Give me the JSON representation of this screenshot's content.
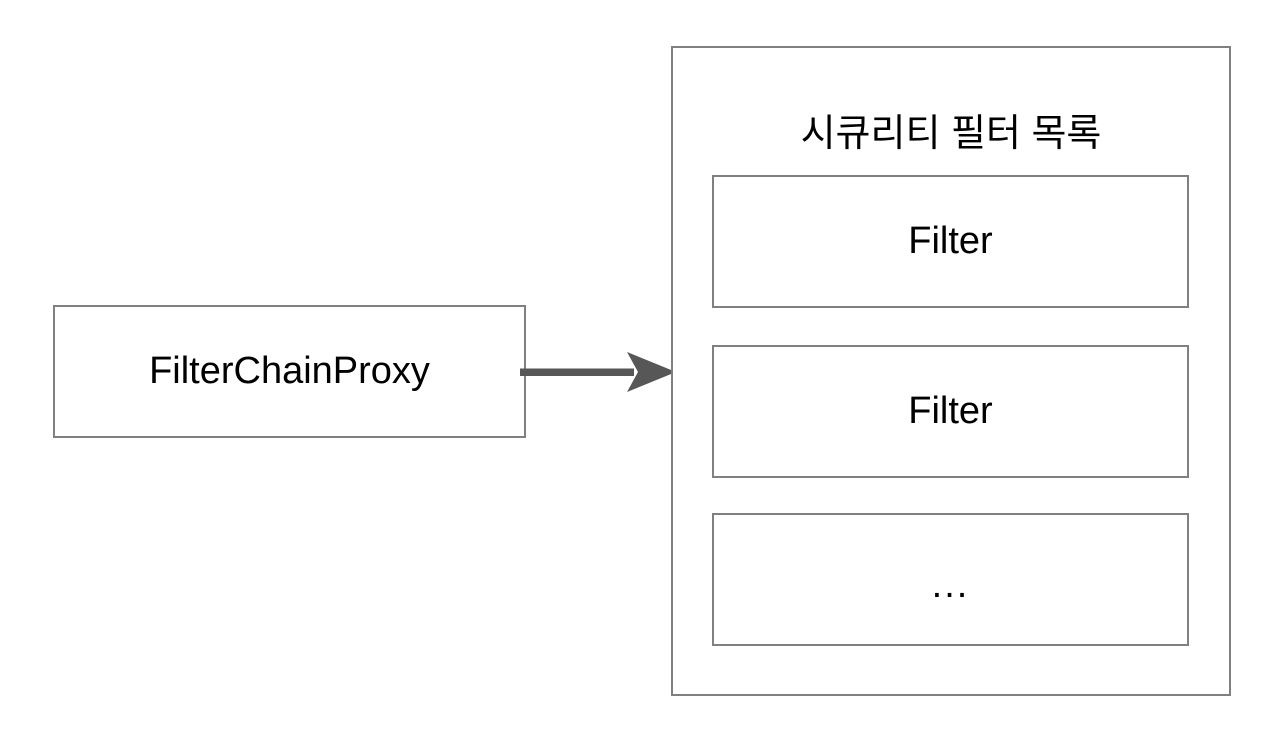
{
  "diagram": {
    "title_visible": false,
    "background": "#ffffff",
    "stroke_color": "#808080",
    "arrow_color": "#575757",
    "text_color": "#000000"
  },
  "proxy": {
    "label": "FilterChainProxy"
  },
  "arrow": {
    "icon": "arrow-right-icon",
    "direction": "right"
  },
  "filter_list": {
    "title": "시큐리티 필터 목록",
    "items": [
      {
        "label": "Filter"
      },
      {
        "label": "Filter"
      },
      {
        "label": "..."
      }
    ]
  }
}
